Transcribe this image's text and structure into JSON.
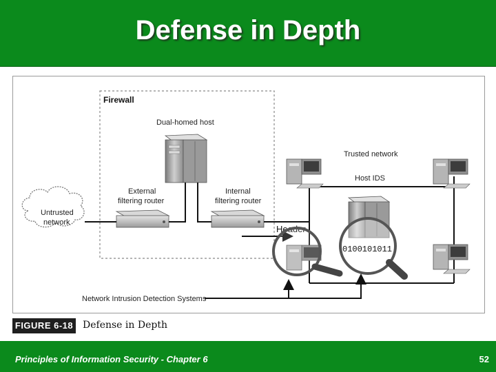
{
  "slide": {
    "title": "Defense in Depth",
    "footer": "Principles of Information Security - Chapter 6",
    "page_number": "52"
  },
  "figure": {
    "tag": "FIGURE 6-18",
    "caption": "Defense in Depth",
    "labels": {
      "firewall": "Firewall",
      "dual_homed_host": "Dual-homed host",
      "external_router_1": "External",
      "external_router_2": "filtering router",
      "internal_router_1": "Internal",
      "internal_router_2": "filtering router",
      "untrusted_1": "Untrusted",
      "untrusted_2": "network",
      "trusted_network": "Trusted network",
      "host_ids": "Host IDS",
      "header": "Header",
      "payload_bits": "0100101011",
      "nids": "Network Intrusion Detection Systems"
    }
  },
  "colors": {
    "header_green": "#0b8a1c",
    "footer_green": "#0b8a1c"
  }
}
